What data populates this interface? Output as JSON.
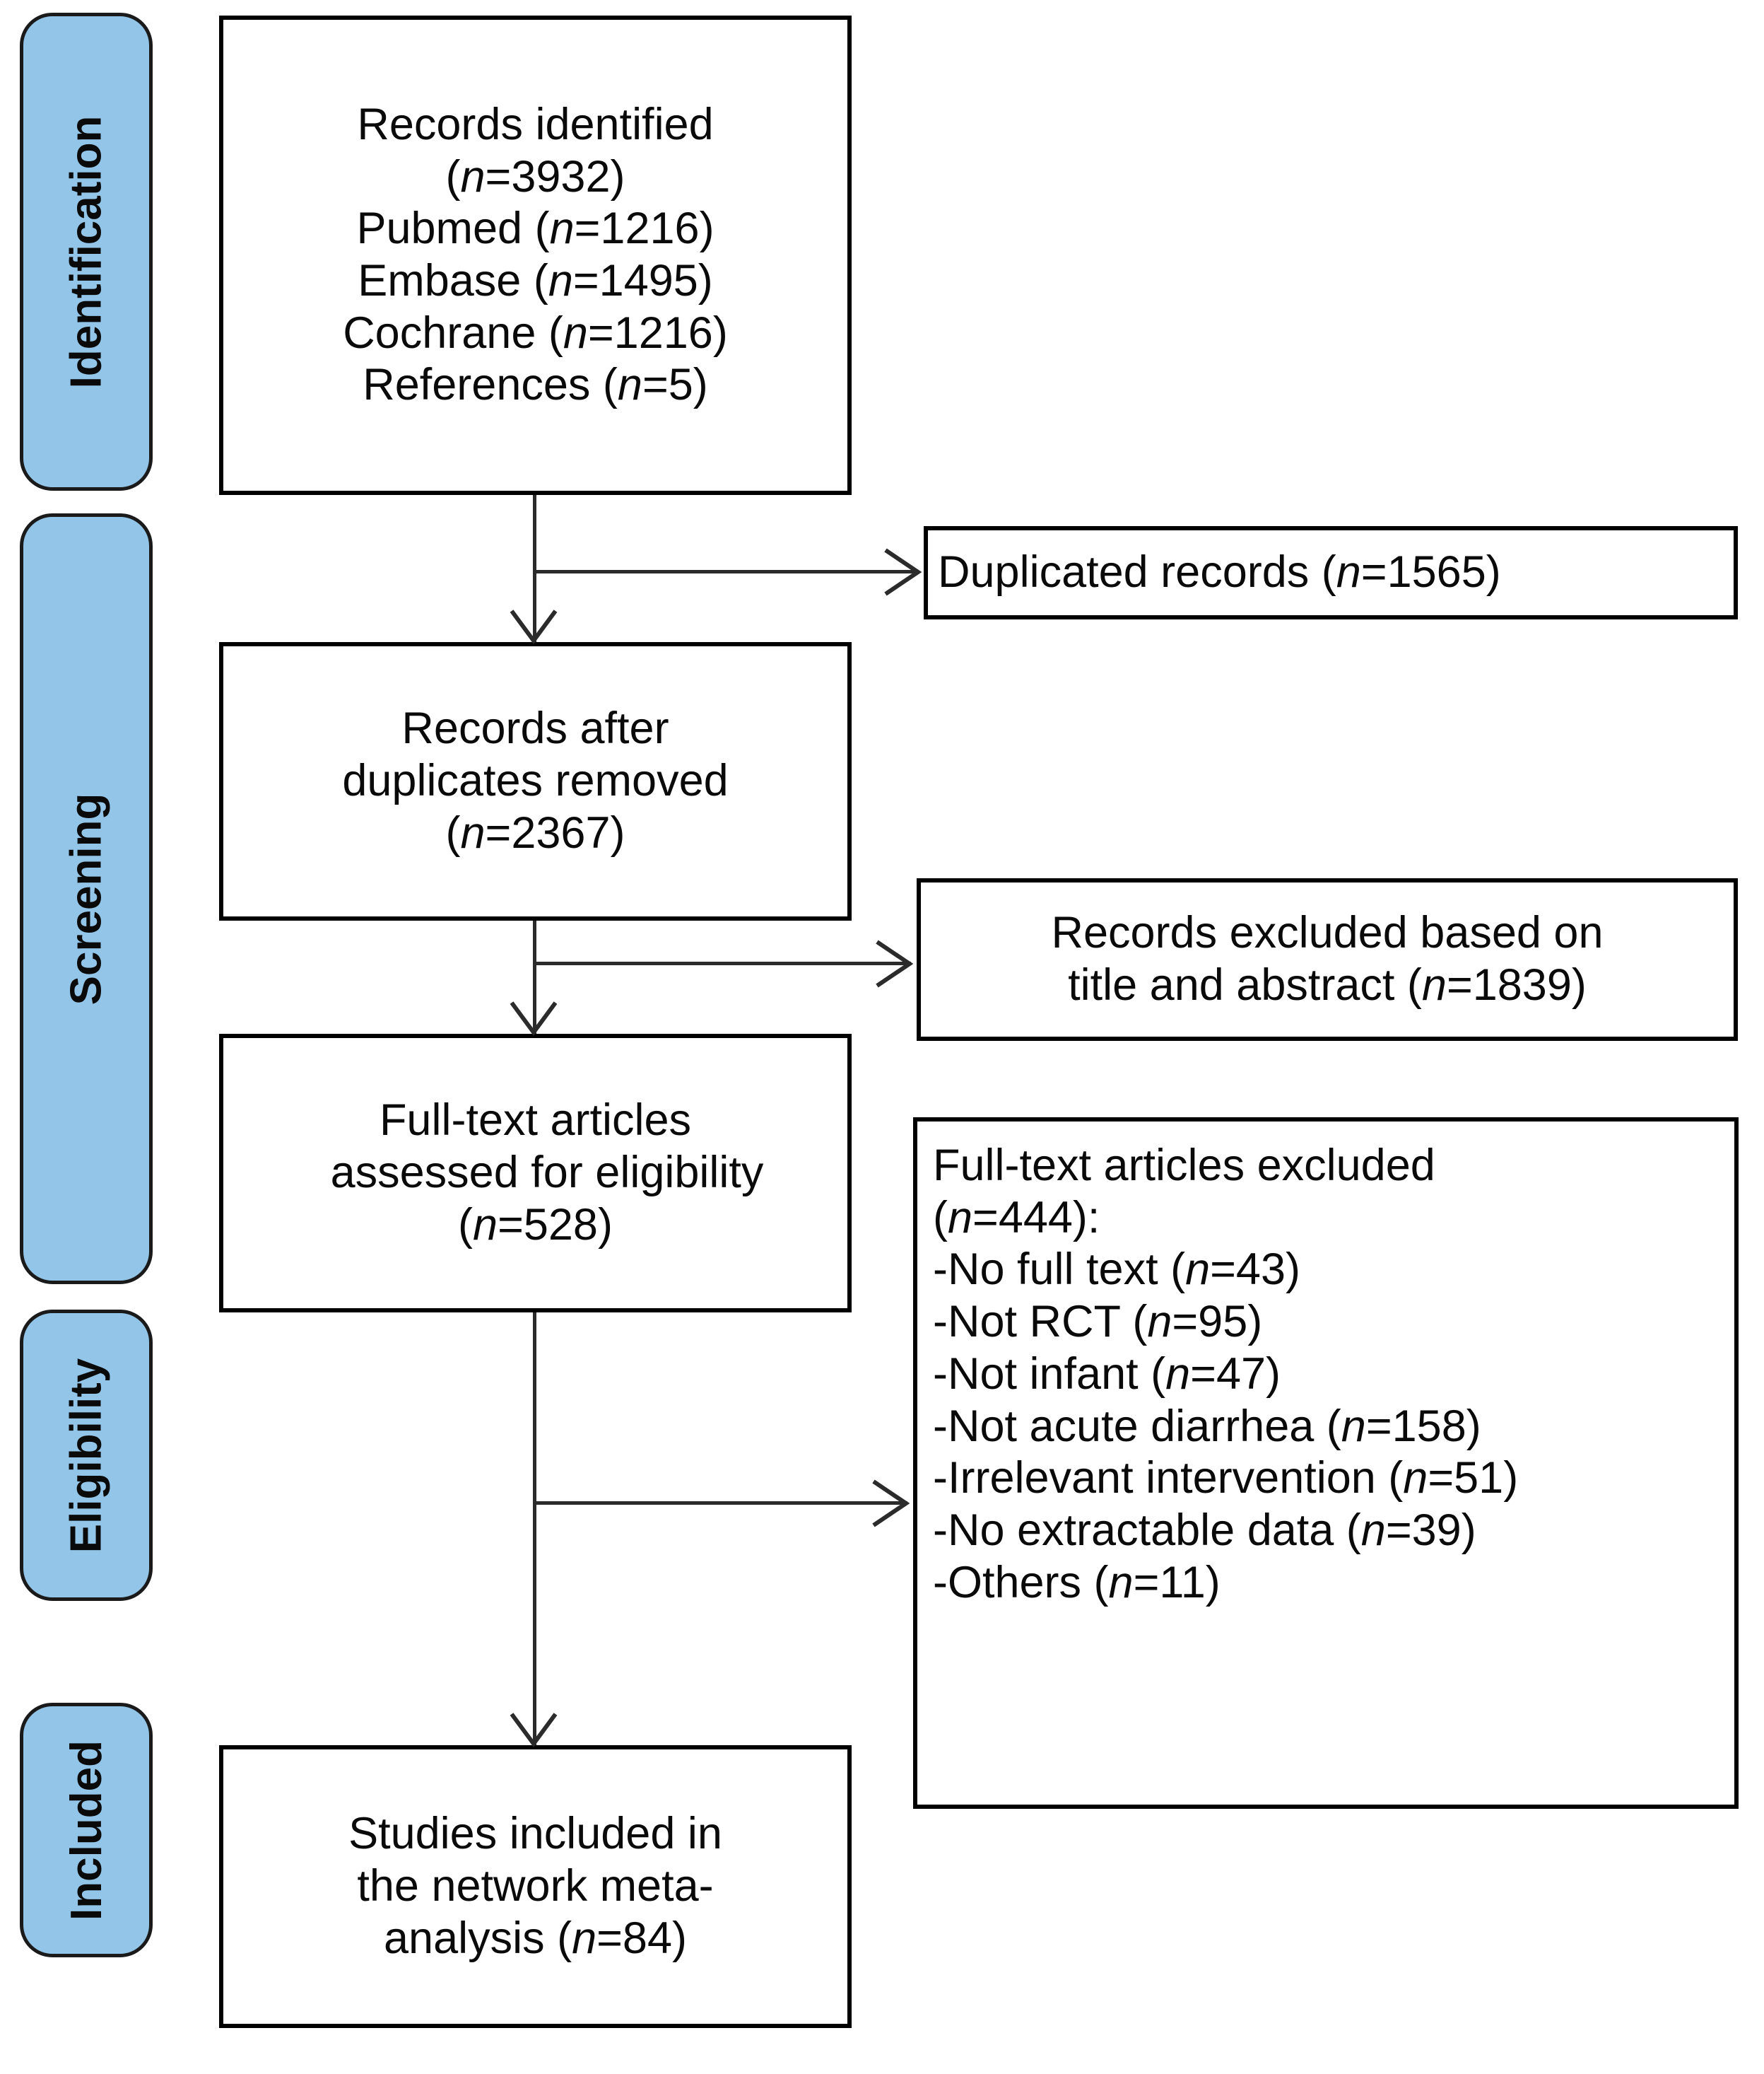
{
  "diagram": {
    "title_type": "PRISMA flow diagram",
    "accent_color": "#92C5E8",
    "stroke_color": "#000000"
  },
  "stages": [
    {
      "id": "identification",
      "label": "Identification"
    },
    {
      "id": "screening",
      "label": "Screening"
    },
    {
      "id": "eligibility",
      "label": "Eligibility"
    },
    {
      "id": "included",
      "label": "Included"
    }
  ],
  "boxes": {
    "records_identified": {
      "lines": [
        "Records identified",
        "(n=3932)",
        "Pubmed (n=1216)",
        "Embase (n=1495)",
        "Cochrane (n=1216)",
        "References (n=5)"
      ]
    },
    "duplicated_records": {
      "lines": [
        "Duplicated records  (n=1565)"
      ]
    },
    "records_after_duplicates": {
      "lines": [
        "Records after",
        "duplicates removed",
        "(n=2367)"
      ]
    },
    "records_excluded": {
      "lines": [
        "Records excluded based on",
        "title and abstract (n=1839)"
      ]
    },
    "fulltext_assessed": {
      "lines": [
        "Full-text articles",
        "assessed for eligibility",
        "(n=528)"
      ]
    },
    "fulltext_excluded": {
      "lines": [
        "Full-text articles  excluded",
        "(n=444):",
        "-No full text (n=43)",
        "-Not RCT (n=95)",
        "-Not infant (n=47)",
        "-Not acute diarrhea (n=158)",
        "-Irrelevant intervention (n=51)",
        "-No extractable data (n=39)",
        "-Others (n=11)"
      ]
    },
    "studies_included": {
      "lines": [
        "Studies included in",
        "the network meta-",
        "analysis (n=84)"
      ]
    }
  },
  "counts": {
    "identified_total": 3932,
    "pubmed": 1216,
    "embase": 1495,
    "cochrane": 1216,
    "references": 5,
    "duplicates": 1565,
    "after_duplicates": 2367,
    "excluded_title_abstract": 1839,
    "fulltext_assessed": 528,
    "fulltext_excluded_total": 444,
    "no_full_text": 43,
    "not_rct": 95,
    "not_infant": 47,
    "not_acute_diarrhea": 158,
    "irrelevant_intervention": 51,
    "no_extractable_data": 39,
    "others": 11,
    "studies_included": 84
  }
}
